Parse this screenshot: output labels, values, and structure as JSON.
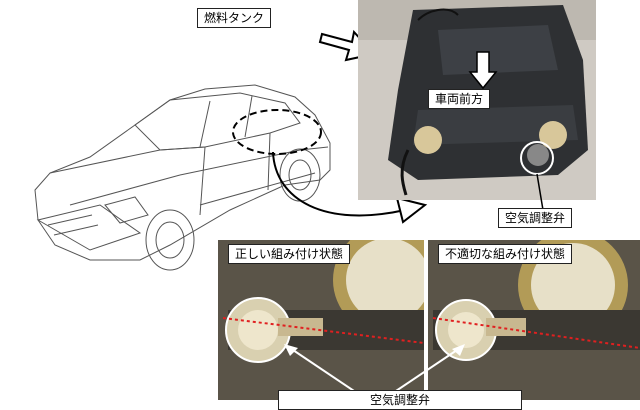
{
  "labels": {
    "fuel_tank": "燃料タンク",
    "vehicle_front": "車両前方",
    "air_valve": "空気調整弁",
    "correct_install": "正しい組み付け状態",
    "incorrect_install": "不適切な組み付け状態",
    "bottom_caption": "空気調整弁"
  }
}
